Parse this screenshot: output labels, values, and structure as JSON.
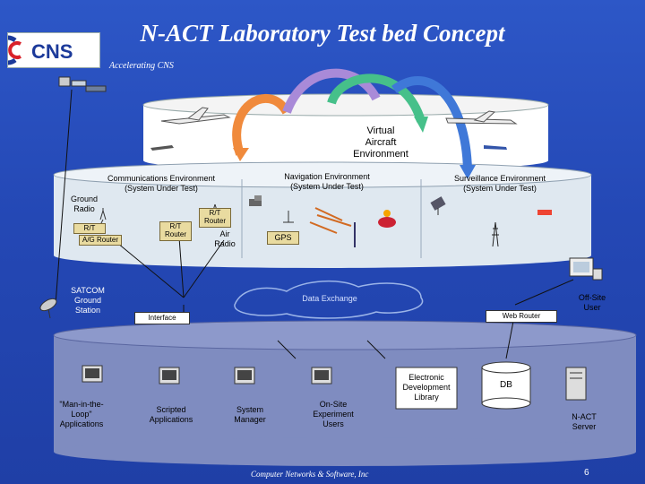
{
  "slide": {
    "title": "N-ACT Laboratory Test bed Concept",
    "subtitle": "Accelerating CNS",
    "logo_text": "CNS",
    "footer": "Computer Networks & Software, Inc",
    "page_number": "6"
  },
  "virtual_aircraft": {
    "line1": "Virtual",
    "line2": "Aircraft",
    "line3": "Environment"
  },
  "communications": {
    "title_line1": "Communications Environment",
    "title_line2": "(System Under Test)",
    "ground_radio_1": "Ground",
    "ground_radio_2": "Radio",
    "rt_left": "R/T",
    "ag_router": "A/G Router",
    "rt_mid": "R/T",
    "router_mid": "Router",
    "rt_right": "R/T",
    "router_right": "Router",
    "air_radio_1": "Air",
    "air_radio_2": "Radio"
  },
  "navigation": {
    "title_line1": "Navigation Environment",
    "title_line2": "(System Under Test)",
    "gps": "GPS"
  },
  "surveillance": {
    "title_line1": "Surveillance Environment",
    "title_line2": "(System Under Test)"
  },
  "network": {
    "satcom_1": "SATCOM",
    "satcom_2": "Ground",
    "satcom_3": "Station",
    "data_exchange": "Data Exchange",
    "interface": "Interface",
    "web_router": "Web Router",
    "offsite_1": "Off-Site",
    "offsite_2": "User"
  },
  "lab": {
    "mitl_1": "\"Man-in-the-",
    "mitl_2": "Loop\"",
    "mitl_3": "Applications",
    "scripted_1": "Scripted",
    "scripted_2": "Applications",
    "sysman_1": "System",
    "sysman_2": "Manager",
    "onsite_1": "On-Site",
    "onsite_2": "Experiment",
    "onsite_3": "Users",
    "library_1": "Electronic",
    "library_2": "Development",
    "library_3": "Library",
    "db": "DB",
    "server_1": "N-ACT",
    "server_2": "Server"
  },
  "colors": {
    "background": "#2448b5",
    "virtual_box": "#ffffff",
    "env_cylinder": "#dfe8f0",
    "lab_box": "#7f8cc0",
    "arrow_orange": "#f08a3c",
    "arrow_violet": "#a98ad8",
    "arrow_green": "#46c08a",
    "arrow_blue": "#3f78d8"
  }
}
